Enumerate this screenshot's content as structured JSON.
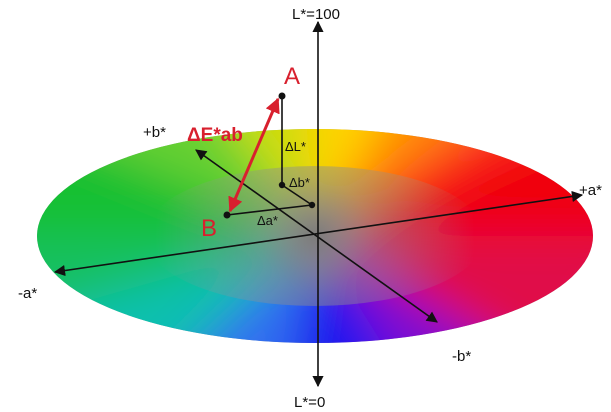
{
  "colors": {
    "accent_red": "#d8202e",
    "axis": "#111111",
    "background": "#ffffff"
  },
  "axes": {
    "l_top": "L*=100",
    "l_bottom": "L*=0",
    "plus_a": "+a*",
    "minus_a": "-a*",
    "plus_b": "+b*",
    "minus_b": "-b*"
  },
  "points": {
    "a": "A",
    "b": "B"
  },
  "deltas": {
    "delta_e": "ΔE*ab",
    "delta_l": "ΔL*",
    "delta_a": "Δa*",
    "delta_b": "Δb*"
  },
  "icons": {
    "color_disk": "lab-color-wheel-ellipse",
    "arrows": "arrow-head"
  }
}
